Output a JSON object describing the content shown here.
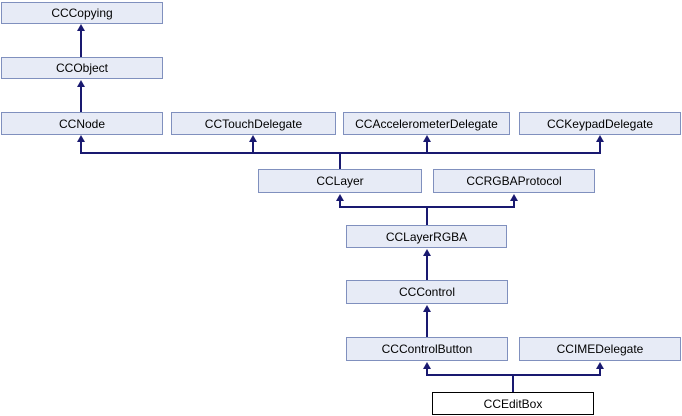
{
  "diagram": {
    "kind": "class-inheritance-graph",
    "target_class": "CCEditBox"
  },
  "nodes": [
    {
      "label": "CCCopying"
    },
    {
      "label": "CCObject"
    },
    {
      "label": "CCNode"
    },
    {
      "label": "CCTouchDelegate"
    },
    {
      "label": "CCAccelerometerDelegate"
    },
    {
      "label": "CCKeypadDelegate"
    },
    {
      "label": "CCLayer"
    },
    {
      "label": "CCRGBAProtocol"
    },
    {
      "label": "CCLayerRGBA"
    },
    {
      "label": "CCControl"
    },
    {
      "label": "CCControlButton"
    },
    {
      "label": "CCIMEDelegate"
    },
    {
      "label": "CCEditBox"
    }
  ],
  "edges": [
    {
      "from": "CCObject",
      "to": "CCCopying"
    },
    {
      "from": "CCNode",
      "to": "CCObject"
    },
    {
      "from": "CCLayer",
      "to": "CCNode"
    },
    {
      "from": "CCLayer",
      "to": "CCTouchDelegate"
    },
    {
      "from": "CCLayer",
      "to": "CCAccelerometerDelegate"
    },
    {
      "from": "CCLayer",
      "to": "CCKeypadDelegate"
    },
    {
      "from": "CCLayerRGBA",
      "to": "CCLayer"
    },
    {
      "from": "CCLayerRGBA",
      "to": "CCRGBAProtocol"
    },
    {
      "from": "CCControl",
      "to": "CCLayerRGBA"
    },
    {
      "from": "CCControlButton",
      "to": "CCControl"
    },
    {
      "from": "CCEditBox",
      "to": "CCControlButton"
    },
    {
      "from": "CCEditBox",
      "to": "CCIMEDelegate"
    }
  ],
  "colors": {
    "node_fill": "#E7EBF6",
    "node_border": "#8090BE",
    "target_fill": "#FFFFFF",
    "target_border": "#000000",
    "edge": "#191970",
    "text": "#000000",
    "background": "#FFFFFF"
  }
}
